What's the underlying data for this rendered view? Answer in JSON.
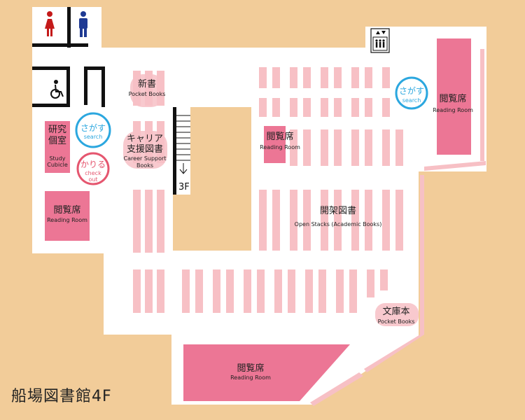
{
  "title": "船場図書館4F",
  "floor_label": "3F",
  "colors": {
    "background": "#f2cc99",
    "floor": "#ffffff",
    "shelf": "#f7c0c5",
    "reading_room": "#ec7695",
    "blue": "#2ba7df",
    "red": "#e5566f",
    "wall": "#111111"
  },
  "labels": {
    "pocket_books_top": {
      "jp": "新書",
      "en": "Pocket Books"
    },
    "career_books": {
      "jp": "キャリア支援図書",
      "jp_line1": "キャリア",
      "jp_line2": "支援図書",
      "en_line1": "Career Support",
      "en_line2": "Books"
    },
    "study_cubicle": {
      "jp_line1": "研究",
      "jp_line2": "個室",
      "en_line1": "Study",
      "en_line2": "Cubicle"
    },
    "reading_room_left": {
      "jp": "閲覧席",
      "en": "Reading Room"
    },
    "reading_room_center": {
      "jp": "閲覧席",
      "en": "Reading Room"
    },
    "reading_room_right": {
      "jp": "閲覧席",
      "en": "Reading Room"
    },
    "reading_room_bottom": {
      "jp": "閲覧席",
      "en": "Reading Room"
    },
    "open_stacks": {
      "jp": "開架図書",
      "en": "Open Stacks (Academic Books)"
    },
    "pocket_books_bottom": {
      "jp": "文庫本",
      "en": "Pocket Books"
    }
  },
  "badges": {
    "search_left": {
      "jp": "さがす",
      "en": "search"
    },
    "checkout": {
      "jp": "かりる",
      "en_line1": "check",
      "en_line2": "out"
    },
    "search_right": {
      "jp": "さがす",
      "en": "search"
    }
  },
  "icons": [
    "women-restroom-icon",
    "men-restroom-icon",
    "accessible-restroom-icon",
    "elevator-icon",
    "staircase-icon"
  ]
}
